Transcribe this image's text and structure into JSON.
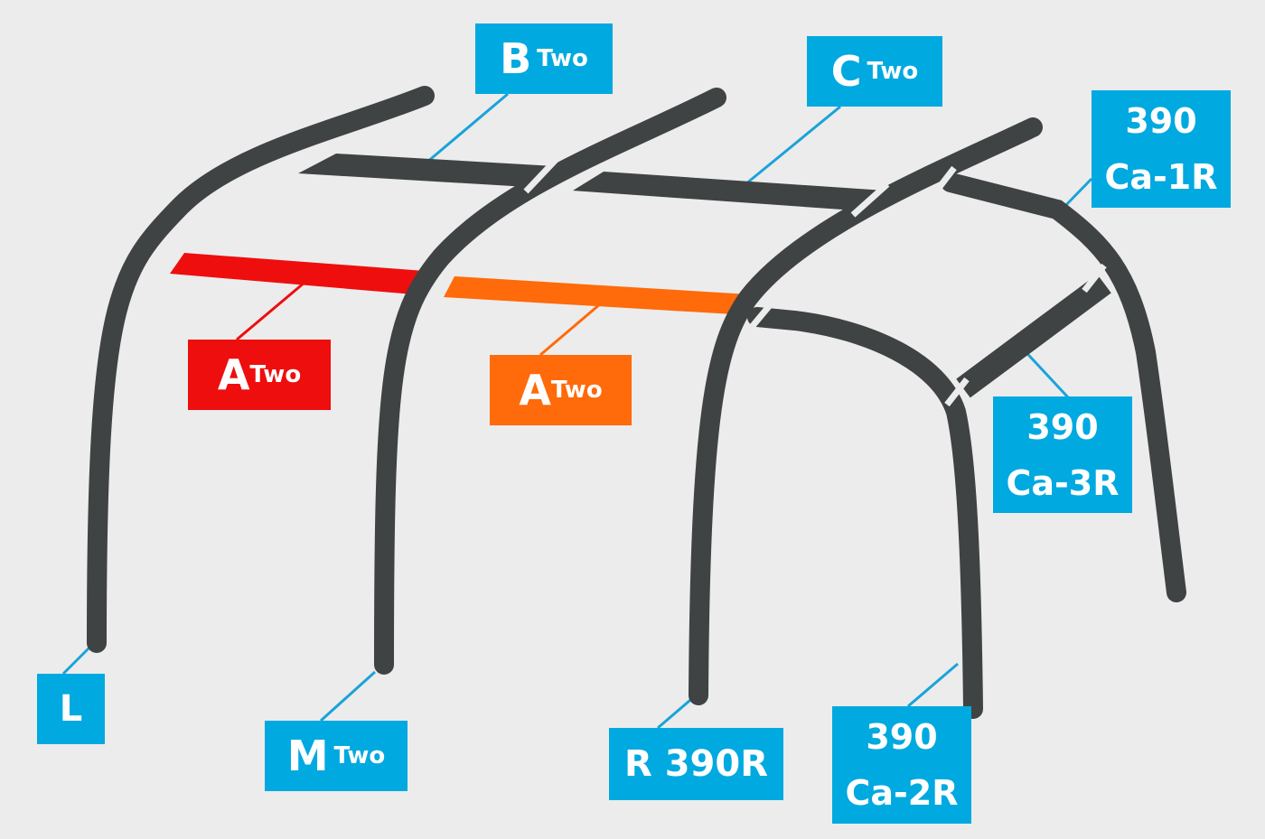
{
  "colors": {
    "background": "#ececec",
    "pole": "#404343",
    "leader": "#1aa3d9",
    "blue_tag": "#00a9e0",
    "red": "#ee0e0e",
    "orange": "#ff6a0a"
  },
  "labels": {
    "b_two": {
      "letter": "B",
      "suffix": "Two"
    },
    "c_two": {
      "letter": "C",
      "suffix": "Two"
    },
    "a_two_red": {
      "letter": "A",
      "suffix": "Two"
    },
    "a_two_orange": {
      "letter": "A",
      "suffix": "Two"
    },
    "ca_1r": {
      "line1": "390",
      "line2": "Ca-1R"
    },
    "ca_3r": {
      "line1": "390",
      "line2": "Ca-3R"
    },
    "ca_2r": {
      "line1": "390",
      "line2": "Ca-2R"
    },
    "l": {
      "text": "L"
    },
    "m_two": {
      "letter": "M",
      "suffix": "Two"
    },
    "r_390r": {
      "text": "R 390R"
    }
  }
}
